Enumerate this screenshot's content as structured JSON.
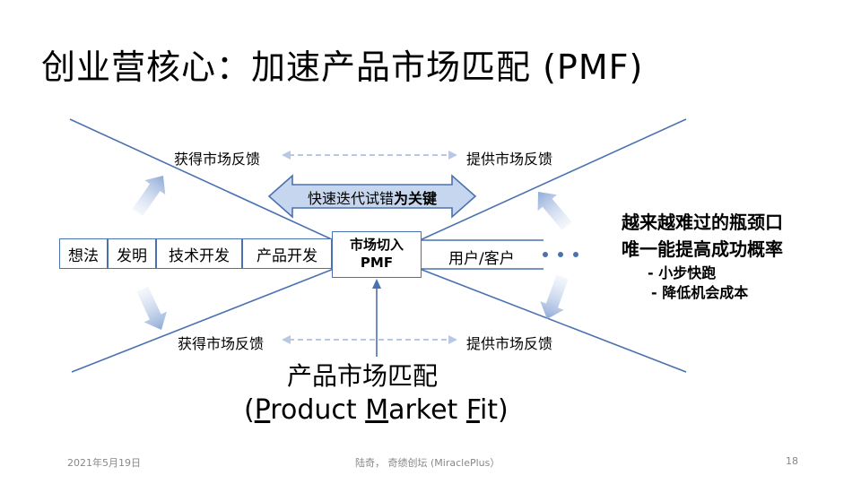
{
  "title": "创业营核心：加速产品市场匹配 (PMF)",
  "feedback": {
    "get_top": "获得市场反馈",
    "give_top": "提供市场反馈",
    "get_bottom": "获得市场反馈",
    "give_bottom": "提供市场反馈"
  },
  "iteration_label_plain": "快速迭代试错",
  "iteration_label_bold": "为关键",
  "stages": [
    "想法",
    "发明",
    "技术开发",
    "产品开发"
  ],
  "pmf_box": {
    "line1": "市场切入",
    "line2": "PMF"
  },
  "users_label": "用户/客户",
  "right_notes": {
    "line1": "越来越难过的瓶颈口",
    "line2": "唯一能提高成功概率",
    "sub1": "- 小步快跑",
    "sub2": "- 降低机会成本"
  },
  "pmf_caption_cn": "产品市场匹配",
  "pmf_caption_en": {
    "open": "(",
    "p": "P",
    "roduct": "roduct ",
    "m": "M",
    "arket": "arket ",
    "f": "F",
    "it": "it)"
  },
  "footer": {
    "date": "2021年5月19日",
    "author": "陆奇， 奇绩创坛 (MiraclePlus）",
    "page": "18"
  },
  "colors": {
    "line": "#4a72b0",
    "arrow_fill": "#c5d6ee",
    "arrow_stroke": "#4a72b0",
    "dash": "#b8c8e4"
  }
}
